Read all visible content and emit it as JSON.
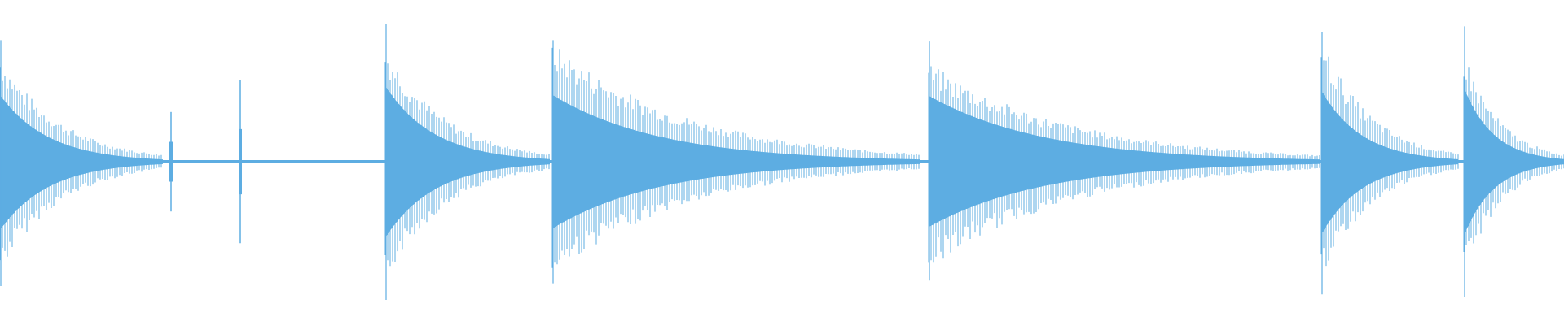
{
  "waveform": {
    "color": "#5DADE2",
    "background": "#FFFFFF",
    "amplitude_scale": [
      -1,
      1
    ],
    "duration_units": 1920,
    "events": [
      {
        "kind": "decay",
        "onset": 0,
        "end": 200,
        "peak_pos": 0.88,
        "peak_neg": 0.9,
        "hi_pos": 0.78,
        "hi_neg": 0.8
      },
      {
        "kind": "click",
        "onset": 208,
        "end": 212,
        "peak_pos": 0.36,
        "peak_neg": 0.36
      },
      {
        "kind": "click",
        "onset": 293,
        "end": 297,
        "peak_pos": 0.59,
        "peak_neg": 0.59
      },
      {
        "kind": "decay",
        "onset": 473,
        "end": 675,
        "peak_pos": 1.0,
        "peak_neg": 1.0,
        "hi_pos": 0.85,
        "hi_neg": 0.87
      },
      {
        "kind": "decay",
        "onset": 678,
        "end": 1130,
        "peak_pos": 0.88,
        "peak_neg": 0.88,
        "hi_pos": 0.87,
        "hi_neg": 0.83
      },
      {
        "kind": "decay",
        "onset": 1140,
        "end": 1620,
        "peak_pos": 0.87,
        "peak_neg": 0.86,
        "hi_pos": 0.72,
        "hi_neg": 0.78
      },
      {
        "kind": "decay",
        "onset": 1622,
        "end": 1790,
        "peak_pos": 0.94,
        "peak_neg": 0.96,
        "hi_pos": 0.9,
        "hi_neg": 0.87
      },
      {
        "kind": "decay",
        "onset": 1797,
        "end": 1920,
        "peak_pos": 0.98,
        "peak_neg": 0.98,
        "hi_pos": 0.8,
        "hi_neg": 0.84
      }
    ],
    "noise_floor": 0.012
  }
}
